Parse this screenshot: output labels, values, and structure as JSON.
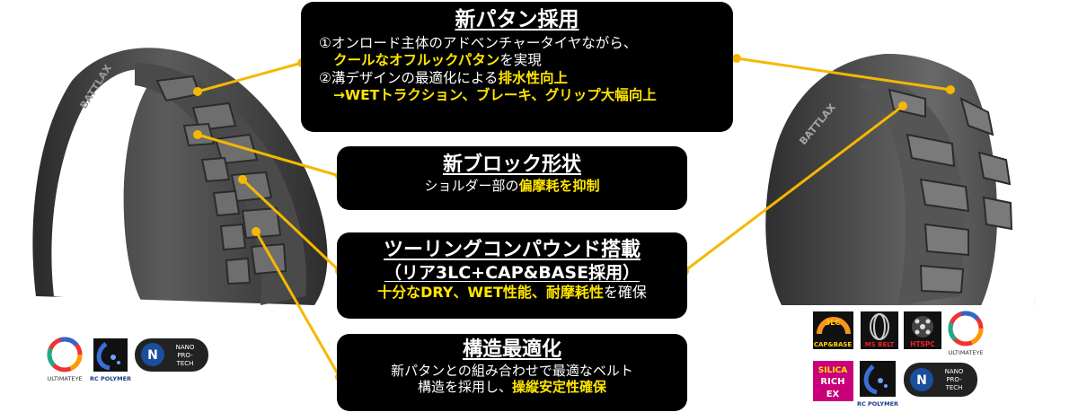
{
  "callouts": {
    "pattern": {
      "title": "新パタン採用",
      "line1": "①オンロード主体のアドベンチャータイヤながら、",
      "line2_hl": "クールなオフルックパタン",
      "line2_rest": "を実現",
      "line3_pre": "②溝デザインの最適化による",
      "line3_hl": "排水性向上",
      "line4_hl": "→WETトラクション、ブレーキ、グリップ大幅向上"
    },
    "block": {
      "title": "新ブロック形状",
      "line_pre": "ショルダー部の",
      "line_hl": "偏摩耗を抑制"
    },
    "compound": {
      "title": "ツーリングコンパウンド搭載",
      "subtitle": "（リア3LC+CAP&BASE採用）",
      "line_hl": "十分なDRY、WET性能、耐摩耗性",
      "line_rest": "を確保"
    },
    "structure": {
      "title": "構造最適化",
      "line1": "新パタンとの組み合わせで最適なベルト",
      "line2_pre": "構造を採用し、",
      "line2_hl": "操縦安定性確保"
    }
  },
  "tires": {
    "front_brand": "BATTLAX",
    "rear_brand": "BATTLAX"
  },
  "logos": {
    "front": {
      "ultimat_eye": "ULTIMATEYE",
      "rc_polymer": "RC POLYMER",
      "nano_pro_tech": [
        "NANO",
        "PRO-",
        "TECH"
      ]
    },
    "rear": {
      "cap_base": [
        "3LC",
        "CAP&BASE"
      ],
      "ms_belt": "MS BELT",
      "htspc": "HTSPC",
      "ultimat_eye": "ULTIMATEYE",
      "silica": [
        "SILICA",
        "RICH",
        "EX"
      ],
      "rc_polymer": "RC POLYMER",
      "nano_pro_tech": [
        "NANO",
        "PRO-",
        "TECH"
      ]
    }
  },
  "colors": {
    "callout_bg": "#000000",
    "highlight": "#ffe600",
    "leader": "#f5b800",
    "tire": "#3a3a3a"
  }
}
